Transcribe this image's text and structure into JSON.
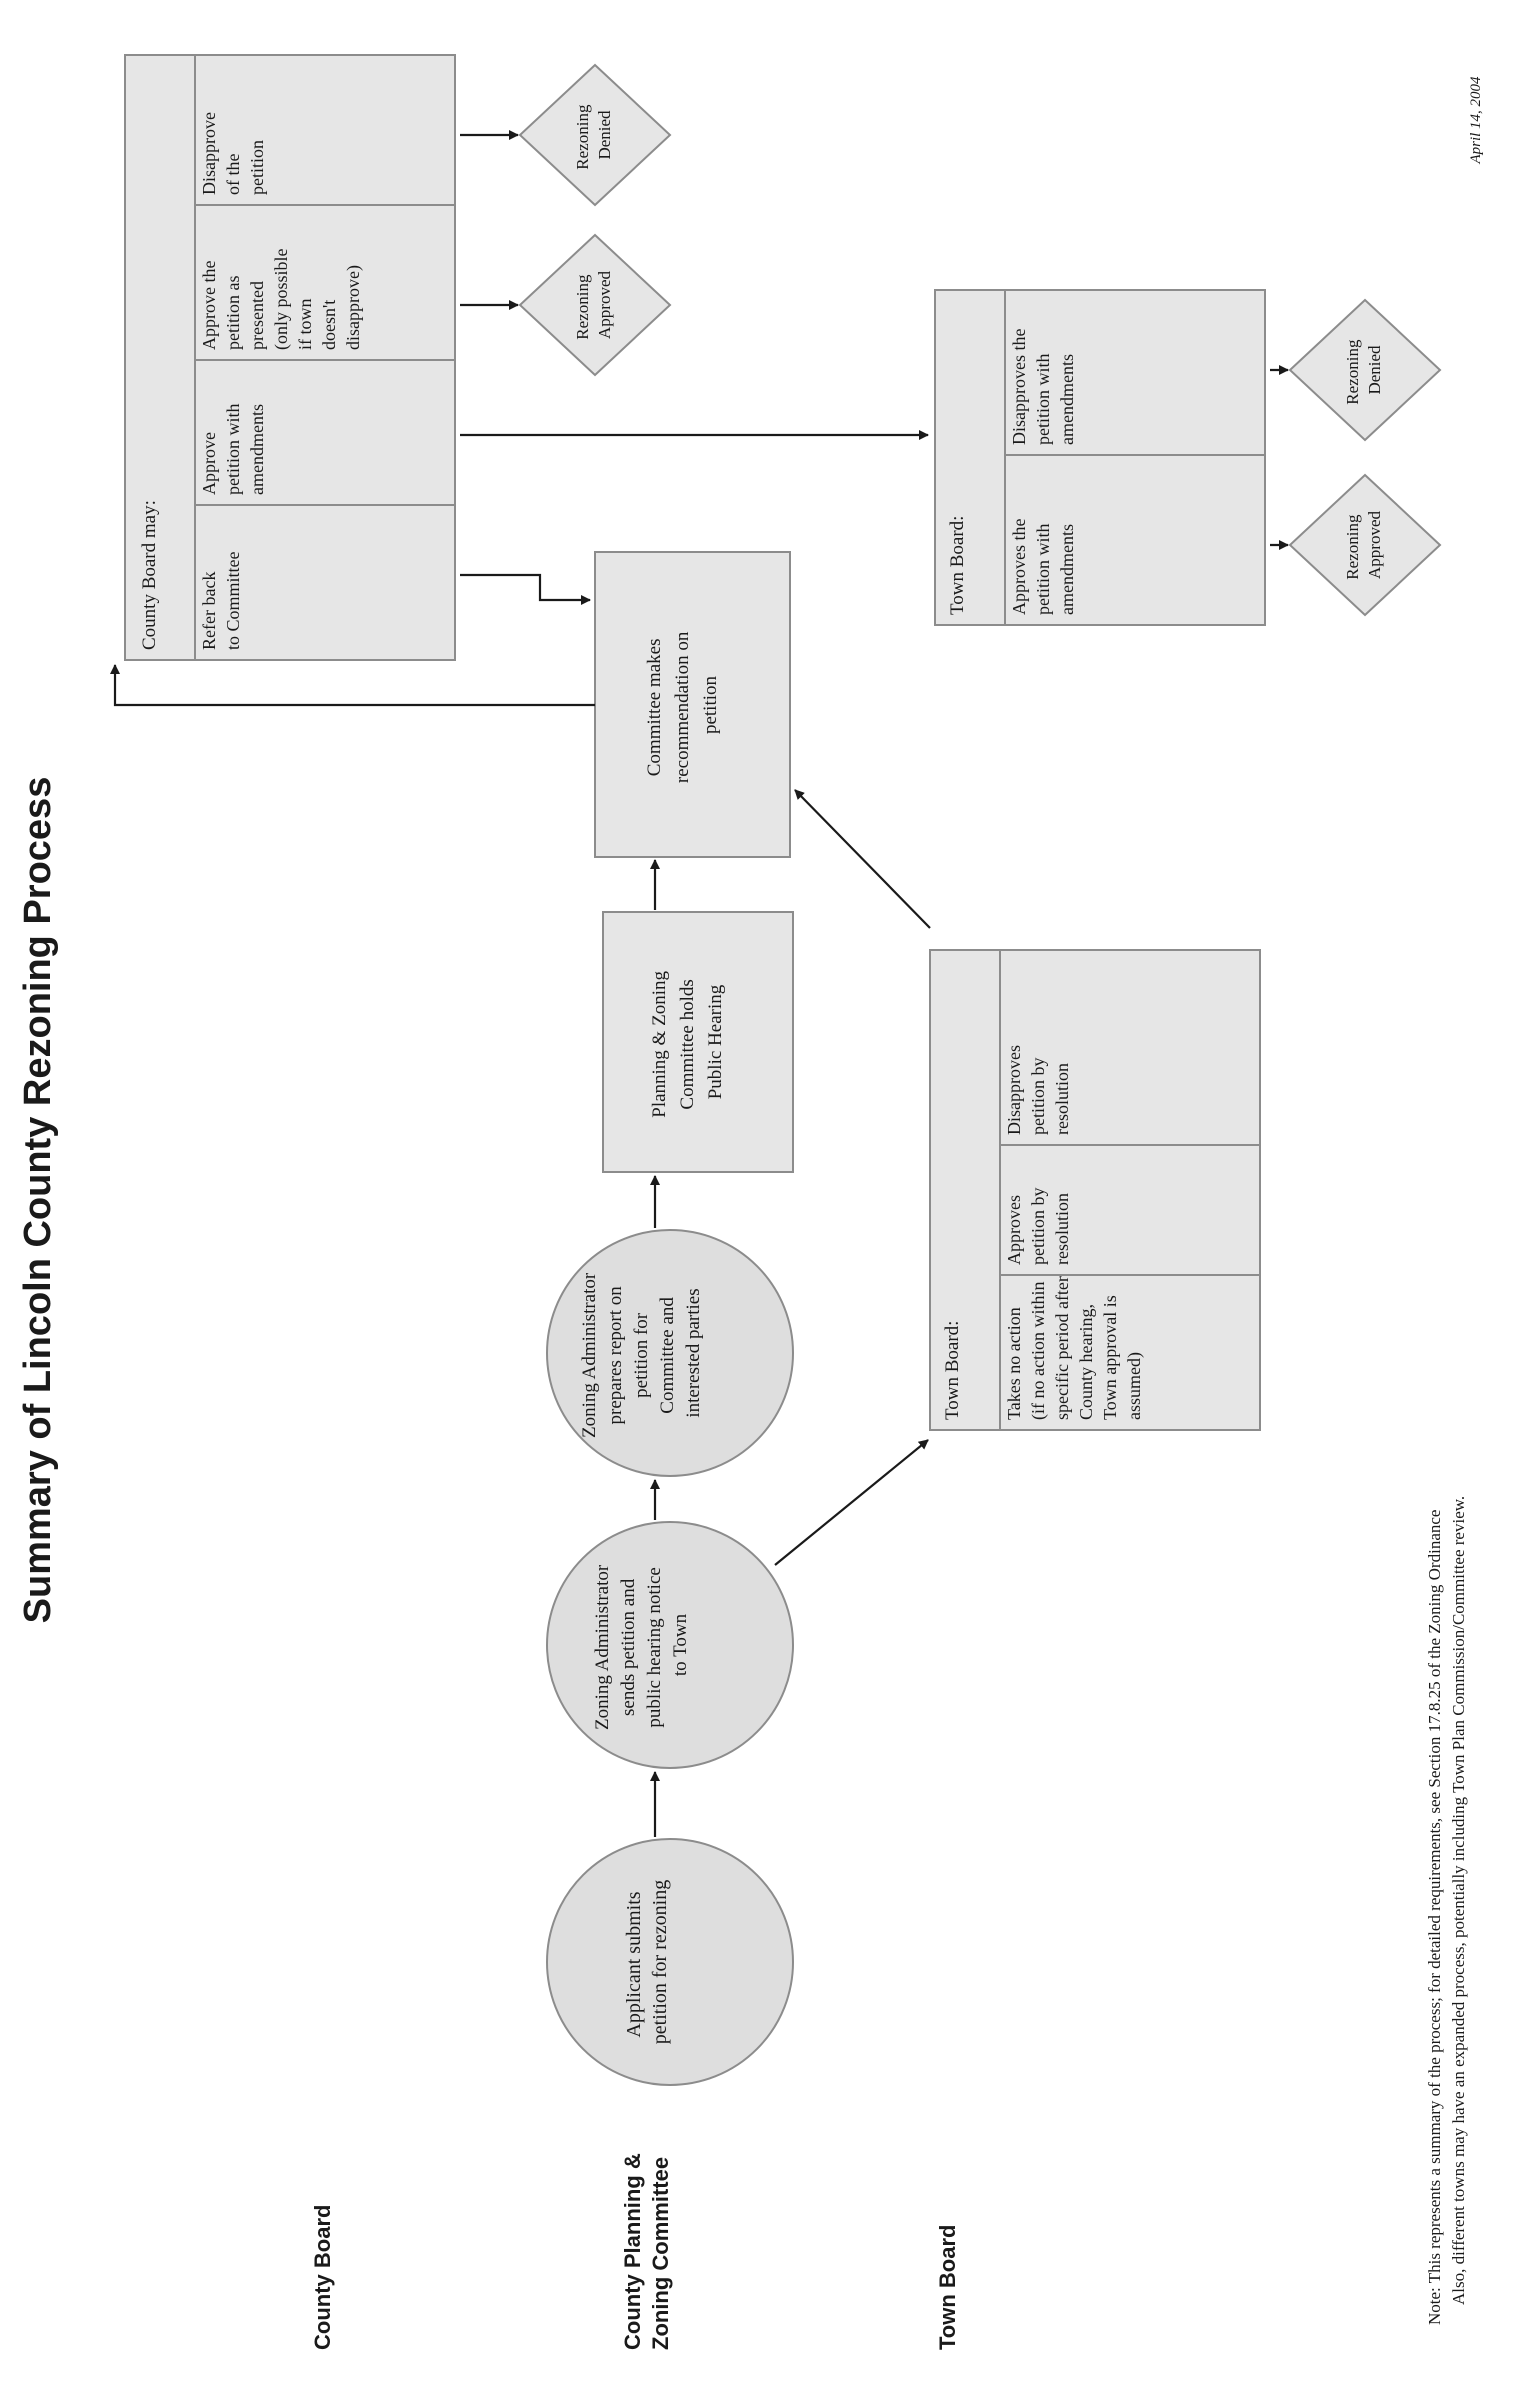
{
  "title": "Summary of Lincoln County Rezoning Process",
  "date": "April 14, 2004",
  "lanes": {
    "county_board": "County Board",
    "planning_committee": [
      "County Planning &",
      "Zoning Committee"
    ],
    "town_board": "Town Board"
  },
  "steps": {
    "applicant": [
      "Applicant submits",
      "petition for rezoning"
    ],
    "sends_notice": [
      "Zoning Administrator",
      "sends petition and",
      "public hearing notice",
      "to Town"
    ],
    "prepares_report": [
      "Zoning Administrator",
      "prepares report on",
      "petition for",
      "Committee and",
      "interested parties"
    ],
    "public_hearing": [
      "Planning & Zoning",
      "Committee holds",
      "Public Hearing"
    ],
    "recommendation": [
      "Committee makes",
      "recommendation on",
      "petition"
    ]
  },
  "town_board_1": {
    "header": "Town Board:",
    "options": [
      [
        "Takes no action",
        "(if no action within",
        "specific period after",
        "County hearing,",
        "Town approval is",
        "assumed)"
      ],
      [
        "Approves",
        "petition by",
        "resolution"
      ],
      [
        "Disapproves",
        "petition by",
        "resolution"
      ]
    ]
  },
  "county_board": {
    "header": "County Board may:",
    "options": [
      [
        "Refer back",
        "to Committee"
      ],
      [
        "Approve",
        "petition with",
        "amendments"
      ],
      [
        "Approve the",
        "petition as",
        "presented",
        "(only possible",
        "if town",
        "doesn't",
        "disapprove)"
      ],
      [
        "Disapprove",
        "of the",
        "petition"
      ]
    ]
  },
  "town_board_2": {
    "header": "Town Board:",
    "options": [
      [
        "Approves the",
        "petition with",
        "amendments"
      ],
      [
        "Disapproves the",
        "petition with",
        "amendments"
      ]
    ]
  },
  "outcomes": {
    "approved_1": [
      "Rezoning",
      "Approved"
    ],
    "denied_1": [
      "Rezoning",
      "Denied"
    ],
    "approved_2": [
      "Rezoning",
      "Approved"
    ],
    "denied_2": [
      "Rezoning",
      "Denied"
    ]
  },
  "note": [
    "Note: This represents a summary of the process; for detailed requirements, see Section 17.8.25 of the Zoning Ordinance",
    "Also, different towns may have an expanded process, potentially including Town Plan Commission/Committee review."
  ]
}
